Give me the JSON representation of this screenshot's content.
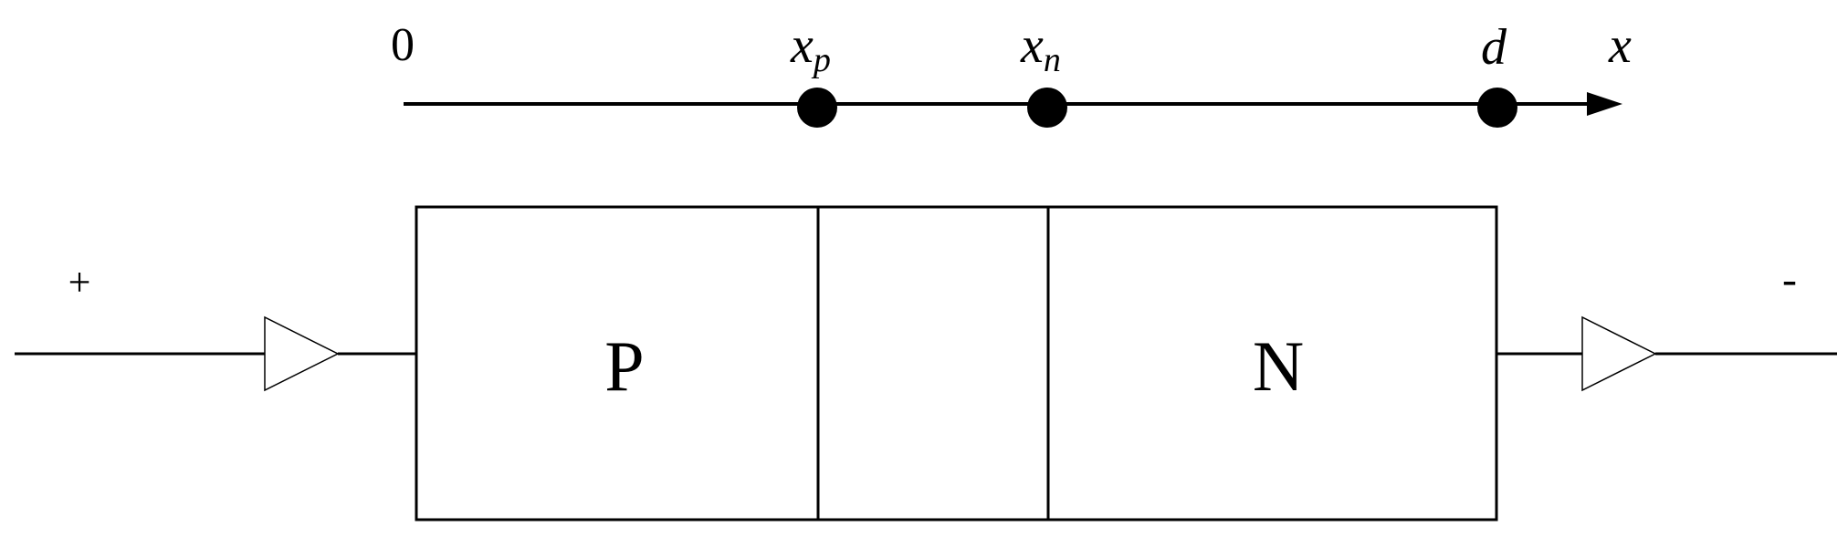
{
  "axis": {
    "origin_label": "0",
    "axis_label": "x",
    "points": [
      {
        "main": "x",
        "sub": "p"
      },
      {
        "main": "x",
        "sub": "n"
      },
      {
        "main": "d",
        "sub": ""
      }
    ]
  },
  "regions": {
    "p_label": "P",
    "middle_label": "",
    "n_label": "N"
  },
  "terminals": {
    "positive": "+",
    "negative": "-"
  }
}
